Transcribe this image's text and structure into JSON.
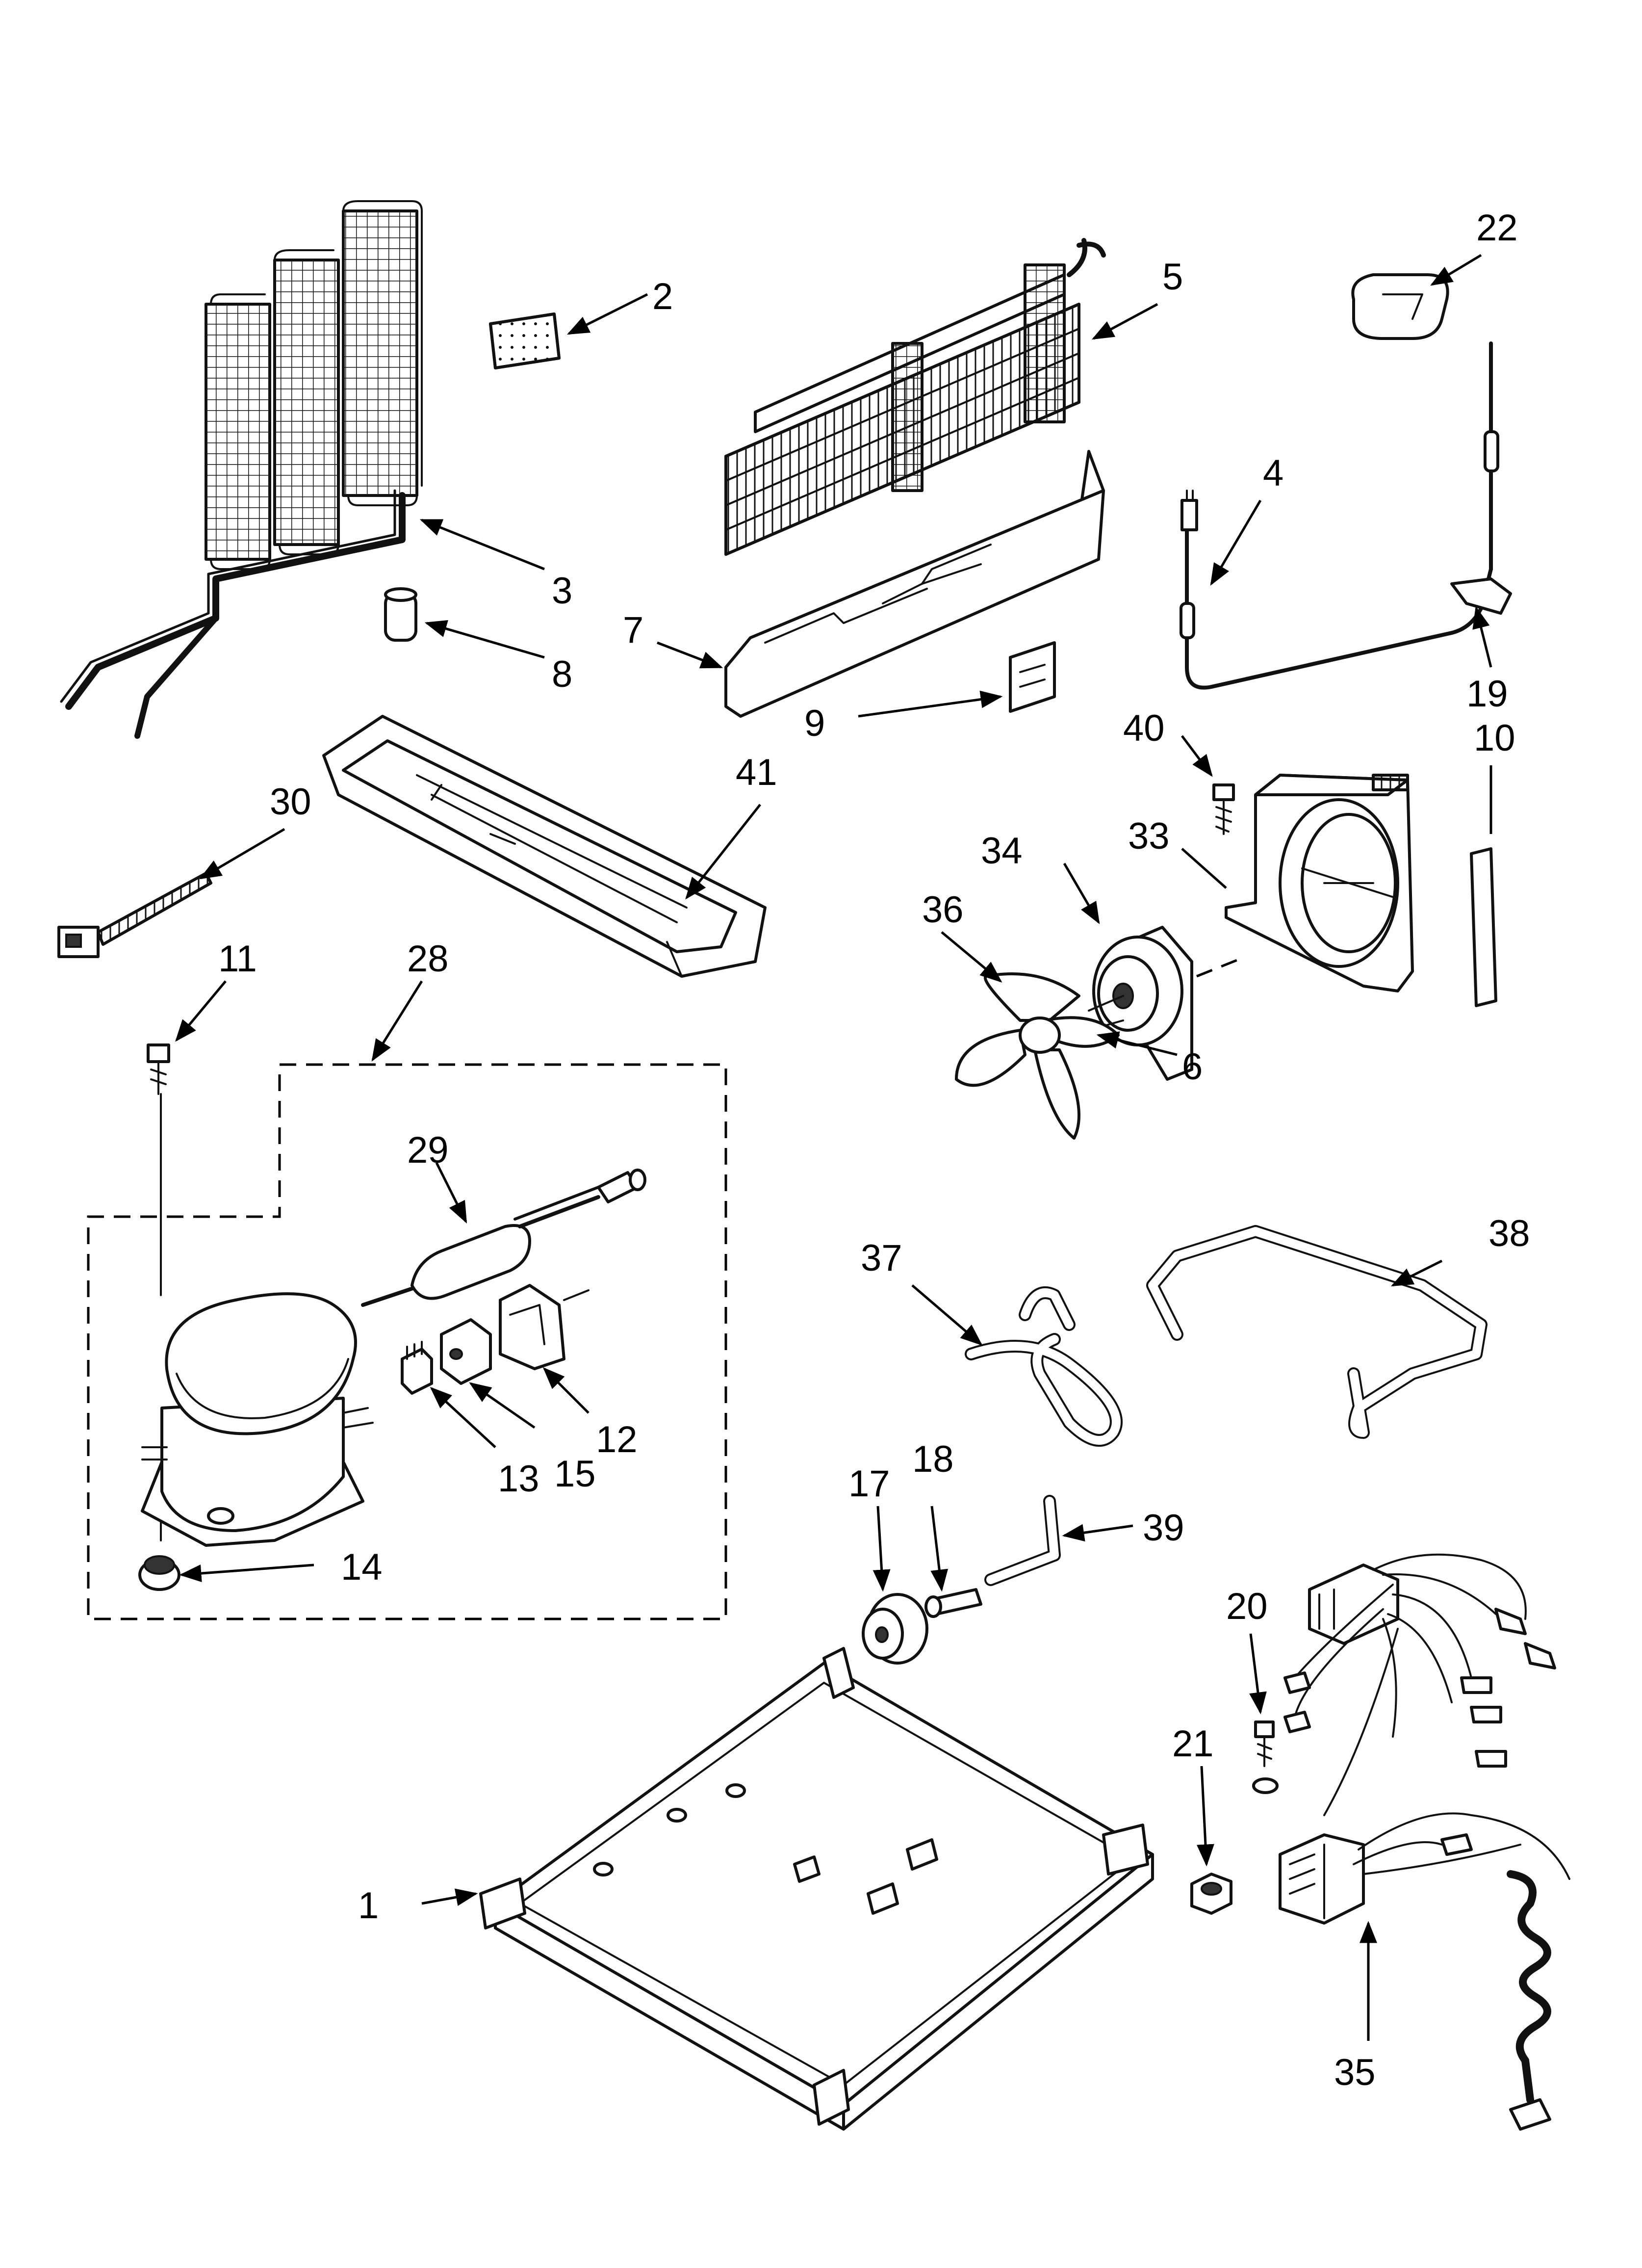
{
  "callouts": {
    "c1": "1",
    "c2": "2",
    "c3": "3",
    "c4": "4",
    "c5": "5",
    "c6": "6",
    "c7": "7",
    "c8": "8",
    "c9": "9",
    "c10": "10",
    "c11": "11",
    "c12": "12",
    "c13": "13",
    "c14": "14",
    "c15": "15",
    "c17": "17",
    "c18": "18",
    "c19": "19",
    "c20": "20",
    "c21": "21",
    "c22": "22",
    "c28": "28",
    "c29": "29",
    "c30": "30",
    "c33": "33",
    "c34": "34",
    "c35": "35",
    "c36": "36",
    "c37": "37",
    "c38": "38",
    "c39": "39",
    "c40": "40",
    "c41": "41"
  }
}
